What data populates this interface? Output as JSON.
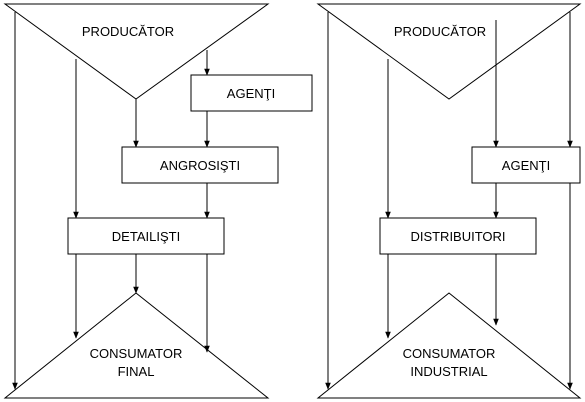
{
  "left": {
    "producer": "PRODUCĂTOR",
    "agents": "AGENŢI",
    "wholesalers": "ANGROSIŞTI",
    "retailers": "DETAILIŞTI",
    "consumer_line1": "CONSUMATOR",
    "consumer_line2": "FINAL"
  },
  "right": {
    "producer": "PRODUCĂTOR",
    "agents": "AGENŢI",
    "distributors": "DISTRIBUITORI",
    "consumer_line1": "CONSUMATOR",
    "consumer_line2": "INDUSTRIAL"
  }
}
